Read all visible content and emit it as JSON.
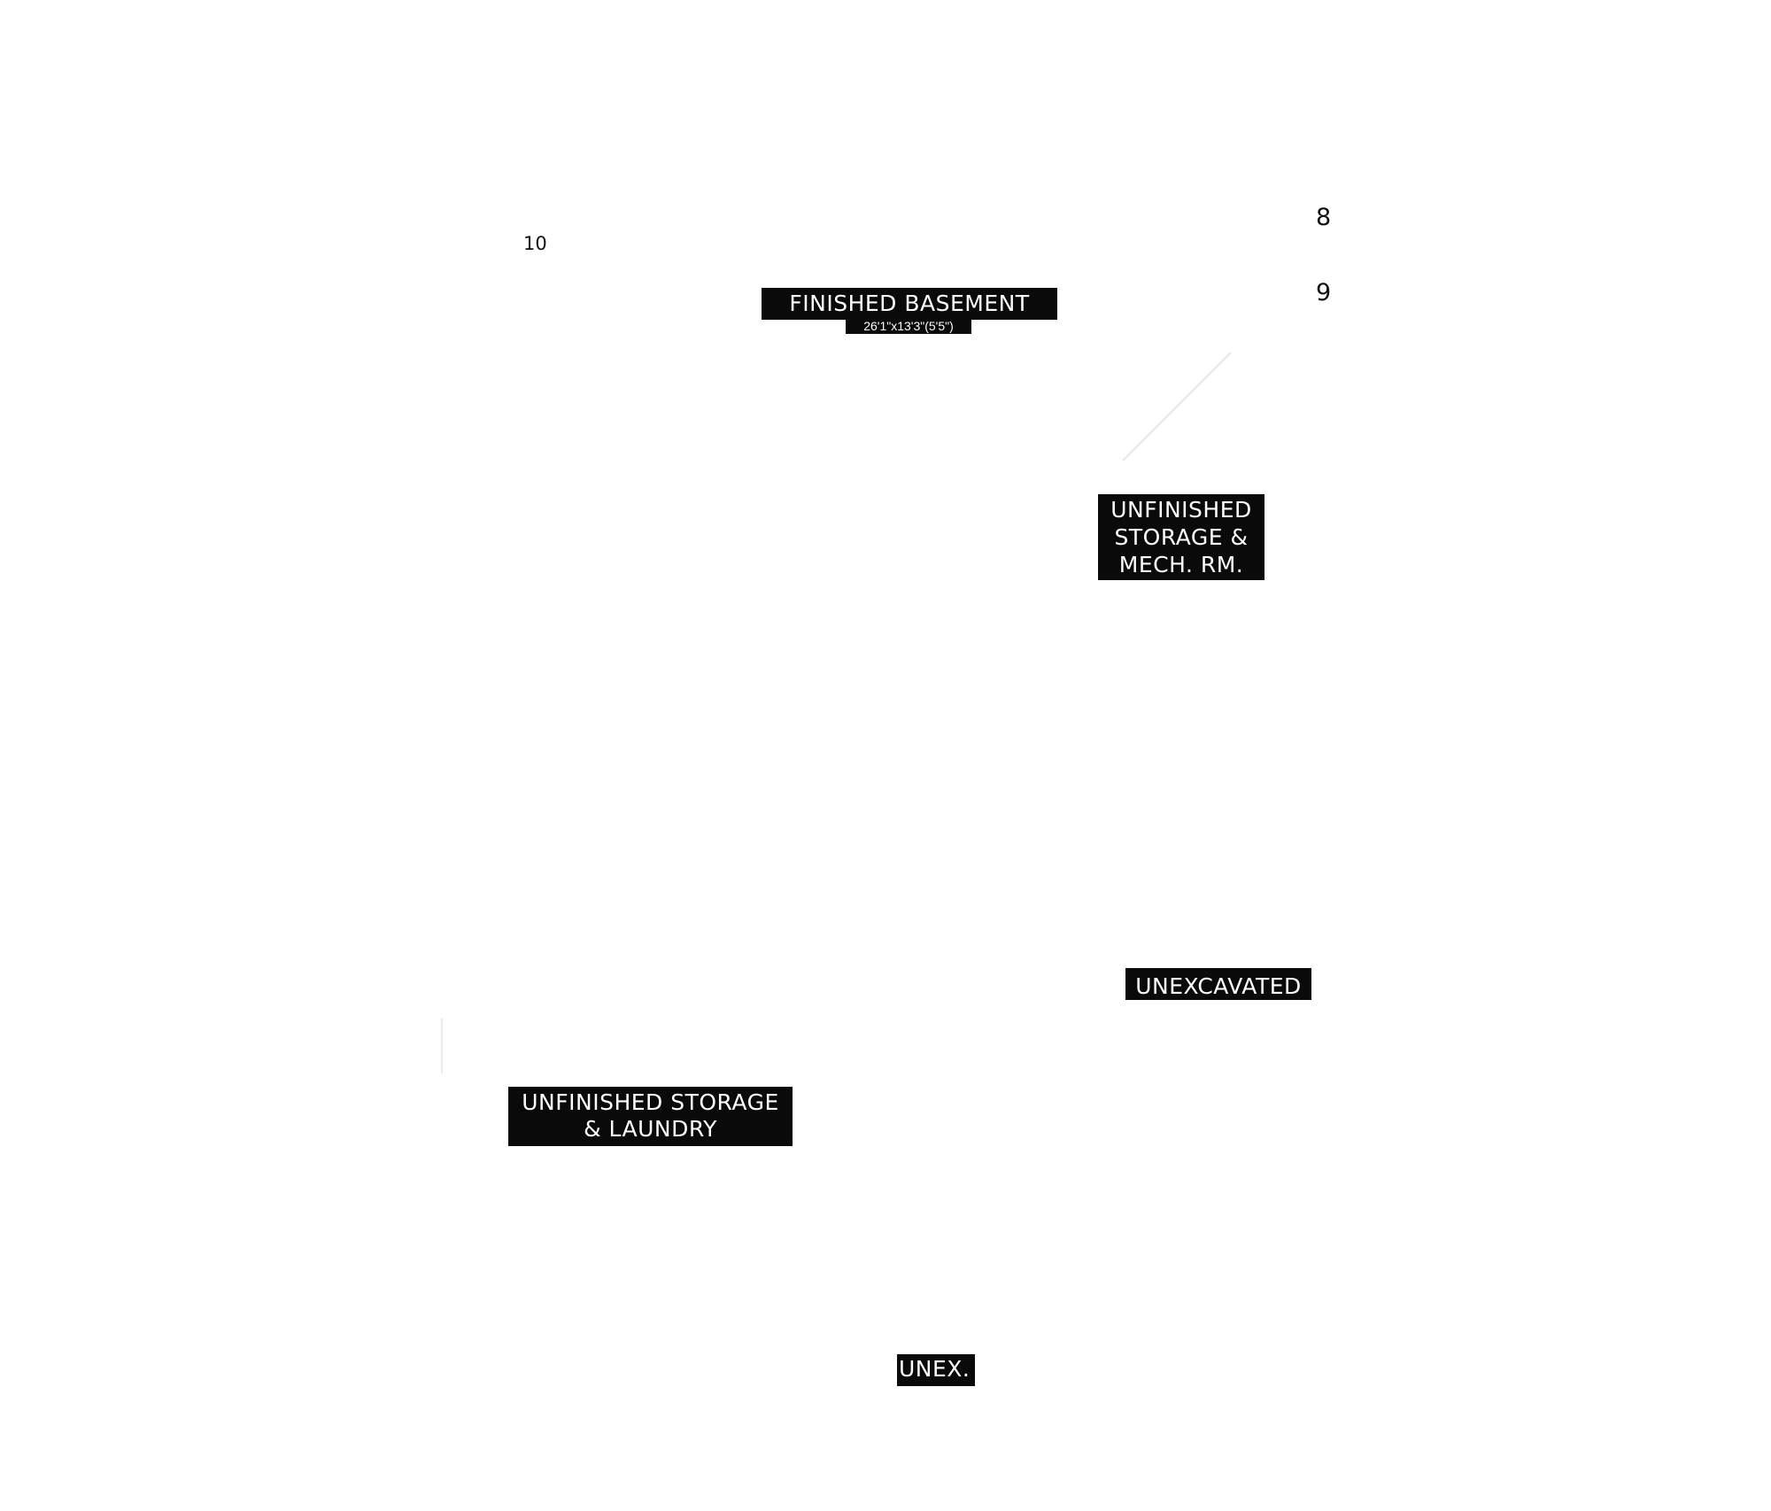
{
  "floorplan": {
    "rooms": {
      "finished_basement": {
        "name": "FINISHED BASEMENT",
        "dimensions": "26'1\"x13'3\"(5'5\")"
      },
      "storage_mech": {
        "lines": [
          "UNFINISHED",
          "STORAGE &",
          "MECH. RM."
        ]
      },
      "unexcavated": {
        "name": "UNEXCAVATED"
      },
      "storage_laundry": {
        "lines": [
          "UNFINISHED STORAGE",
          "& LAUNDRY"
        ]
      },
      "unex": {
        "name": "UNEX."
      }
    },
    "markers": {
      "m8": "8",
      "m9": "9",
      "m10": "10"
    },
    "colors": {
      "label_background": "#0a0a0a",
      "label_text": "#ffffff",
      "background": "#ffffff",
      "marker_text": "#111111"
    }
  }
}
